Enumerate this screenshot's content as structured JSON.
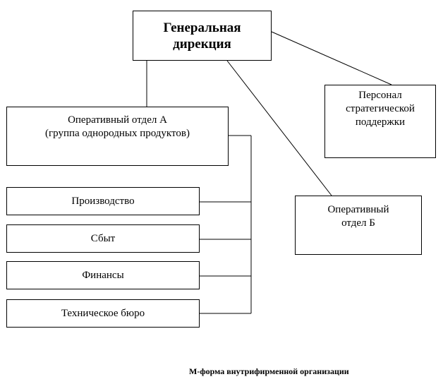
{
  "general": "Генеральная\nдирекция",
  "unit_a": "Оперативный отдел А\n(группа однородных продуктов)",
  "strategic_staff": "Персонал\nстратегической\nподдержки",
  "unit_b": "Оперативный\nотдел Б",
  "subunits": [
    "Производство",
    "Сбыт",
    "Финансы",
    "Техническое бюро"
  ],
  "caption": "М-форма внутрифирменной организации"
}
